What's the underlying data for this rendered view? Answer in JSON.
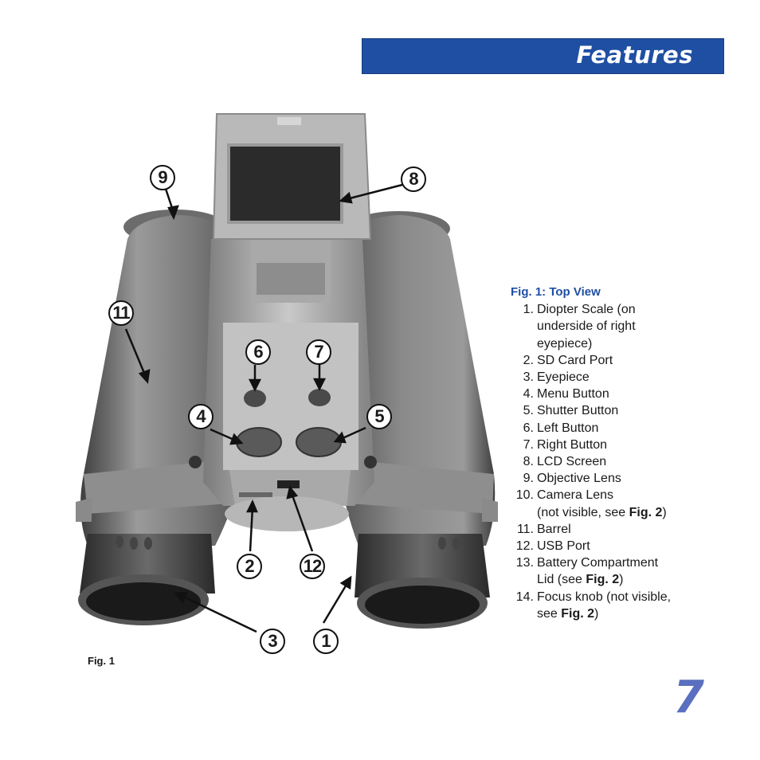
{
  "header": {
    "title": "Features"
  },
  "figure": {
    "caption": "Fig. 1",
    "callouts": [
      "1",
      "2",
      "3",
      "4",
      "5",
      "6",
      "7",
      "8",
      "9",
      "11",
      "12"
    ]
  },
  "legend": {
    "title": "Fig. 1: Top View",
    "items": [
      {
        "num": "1.",
        "text": "Diopter Scale (on",
        "cont": "underside of right",
        "cont2": "eyepiece)"
      },
      {
        "num": "2.",
        "text": "SD Card Port"
      },
      {
        "num": "3.",
        "text": "Eyepiece"
      },
      {
        "num": "4.",
        "text": "Menu Button"
      },
      {
        "num": "5.",
        "text": "Shutter Button"
      },
      {
        "num": "6.",
        "text": "Left Button"
      },
      {
        "num": "7.",
        "text": "Right Button"
      },
      {
        "num": "8.",
        "text": "LCD Screen"
      },
      {
        "num": "9.",
        "text": "Objective Lens"
      },
      {
        "num": "10.",
        "text": "Camera Lens",
        "cont_pre": "(not visible, see ",
        "cont_bold": "Fig. 2",
        "cont_post": ")"
      },
      {
        "num": "11.",
        "text": "Barrel"
      },
      {
        "num": "12.",
        "text": "USB Port"
      },
      {
        "num": "13.",
        "text": "Battery Compartment",
        "cont_pre": "Lid (see ",
        "cont_bold": "Fig. 2",
        "cont_post": ")"
      },
      {
        "num": "14.",
        "text": "Focus knob (not visible,",
        "cont_pre": "see ",
        "cont_bold": "Fig. 2",
        "cont_post": ")"
      }
    ]
  },
  "page_number": "7",
  "colors": {
    "header_bg": "#1f4fa3",
    "legend_title": "#1f4fa3",
    "page_number": "#5a6fbf"
  }
}
